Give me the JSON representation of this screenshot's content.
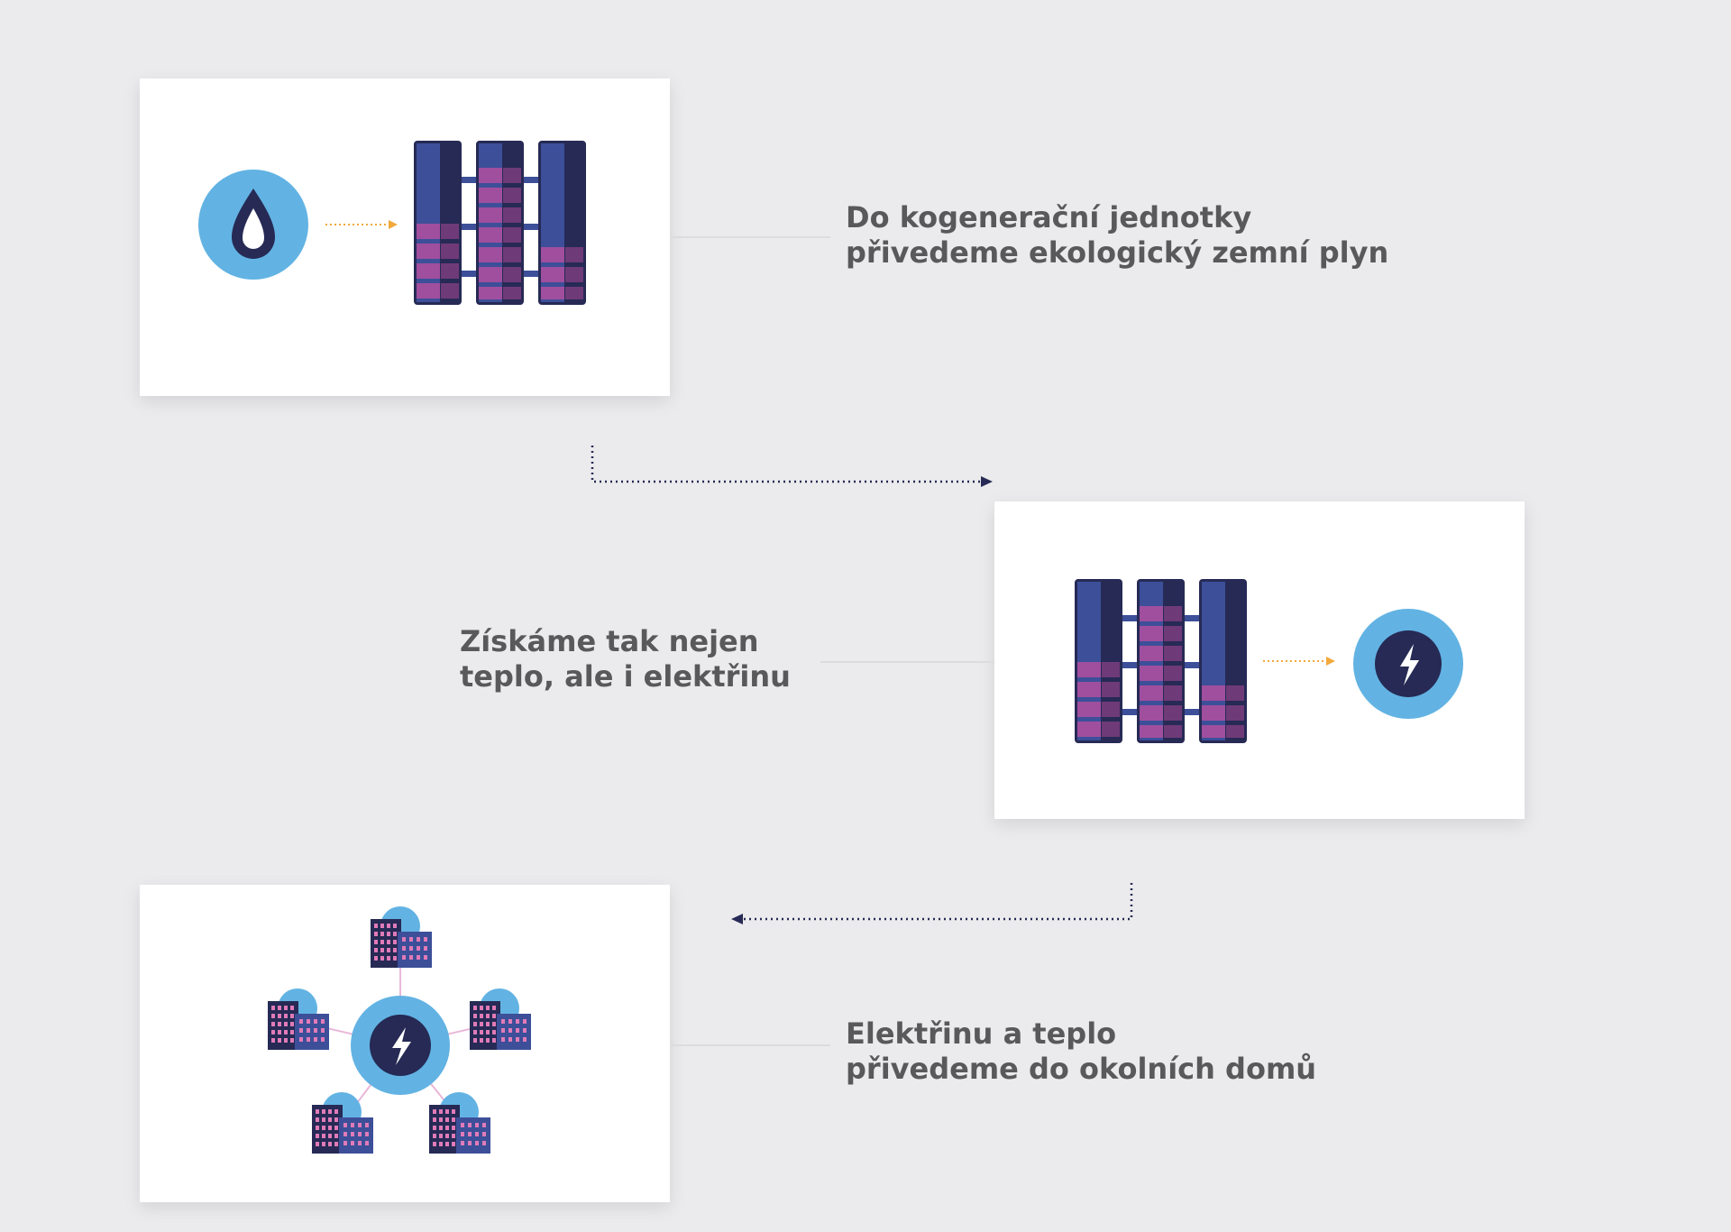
{
  "steps": [
    {
      "line1": "Do kogenerační jednotky",
      "line2": "přivedeme ekologický zemní plyn"
    },
    {
      "line1": "Získáme tak nejen",
      "line2": "teplo, ale i elektřinu"
    },
    {
      "line1": "Elektřinu a teplo",
      "line2": "přivedeme do okolních domů"
    }
  ],
  "colors": {
    "background": "#ebebed",
    "card": "#ffffff",
    "text": "#59595b",
    "circle_blue": "#62b3e3",
    "navy": "#262a55",
    "unit_blue": "#3d4f99",
    "unit_purple": "#a04f9e",
    "arrow_orange": "#f2a93b",
    "connector_grey": "#dcdcde"
  },
  "icons": {
    "gas": "gas-drop-icon",
    "unit": "cogeneration-unit-icon",
    "electricity": "lightning-bolt-icon",
    "building": "building-icon"
  }
}
